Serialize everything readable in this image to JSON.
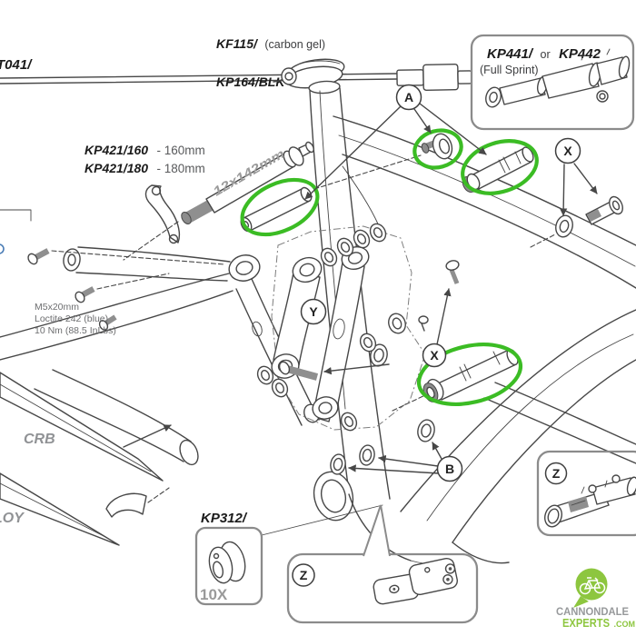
{
  "colors": {
    "line": "#474747",
    "label": "#1b1b1b",
    "gray_text": "#909295",
    "note_text": "#6d6e70",
    "highlight_green": "#3bbc24",
    "logo_green": "#8dc63f",
    "logo_gray": "#97999b"
  },
  "labels": {
    "t041": "T041/",
    "kf115": "KF115/",
    "kf115_desc": "(carbon gel)",
    "kp164": "KP164/BLK",
    "kp421_160": "KP421/160",
    "kp421_160_len": "- 160mm",
    "kp421_180": "KP421/180",
    "kp421_180_len": "- 180mm",
    "axle_spec": "12x142mm",
    "kp312": "KP312/",
    "kp312_qty": "10X",
    "crb": "CRB",
    "alloy": "LOY"
  },
  "kp441_box": {
    "part1": "KP441/",
    "conj": "or",
    "part2": "KP442",
    "subtitle": "(Full Sprint)"
  },
  "torque_note": {
    "line1": "M5x20mm",
    "line2": "Loctite 242 (blue)",
    "line3": "10 Nm (88.5 InLbs)"
  },
  "callouts": {
    "a": "A",
    "x_upper": "X",
    "y": "Y",
    "x_lower": "X",
    "b": "B",
    "z_bottom": "Z",
    "z_right": "Z"
  },
  "watermark": {
    "brand": "CANNONDALE",
    "brand2": "EXPERTS",
    "tld": ".COM"
  }
}
